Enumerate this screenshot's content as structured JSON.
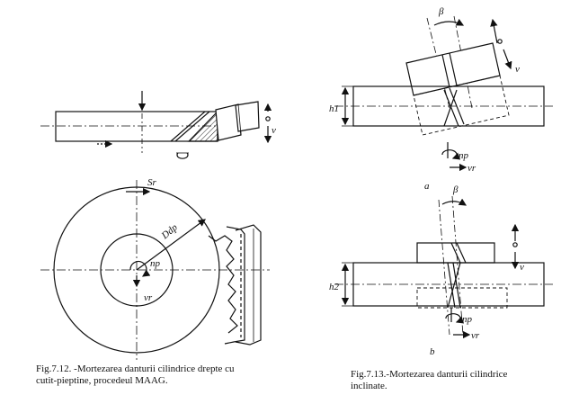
{
  "labels": {
    "v_left": "v",
    "sr": "Sr",
    "ddp": "Ddp",
    "np_left": "np",
    "vr_left": "vr",
    "beta_a": "β",
    "v_a": "v",
    "h1": "h1",
    "np_a": "np",
    "vr_a": "vr",
    "letter_a": "a",
    "beta_b": "β",
    "v_b": "v",
    "h2": "h2",
    "np_b": "np",
    "vr_b": "vr",
    "letter_b": "b"
  },
  "captions": {
    "fig712_line1": "Fig.7.12. -Mortezarea danturii cilindrice drepte cu",
    "fig712_line2": "cutit-pieptine, procedeul MAAG.",
    "fig713_line1": "Fig.7.13.-Mortezarea danturii cilindrice",
    "fig713_line2": "inclinate."
  }
}
